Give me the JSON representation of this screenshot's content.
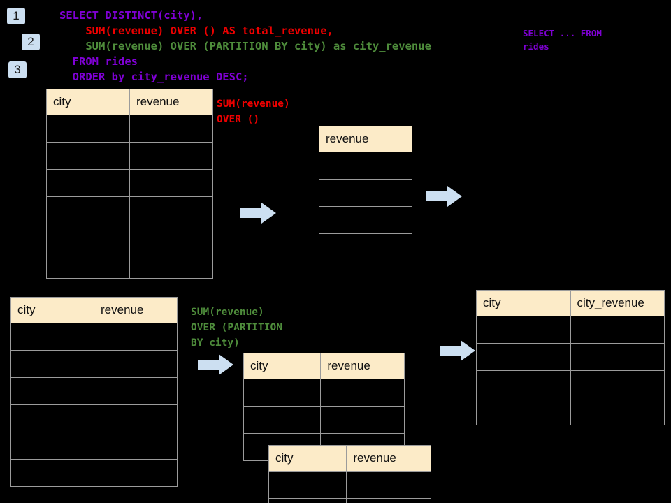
{
  "steps": [
    {
      "label": "1"
    },
    {
      "label": "2"
    },
    {
      "label": "3"
    }
  ],
  "query": {
    "line1": "SELECT DISTINCT(city),",
    "line2": "    SUM(revenue) OVER () AS total_revenue,",
    "line3": "    SUM(revenue) OVER (PARTITION BY city) as city_revenue",
    "line4": "  FROM rides",
    "line5": "  ORDER by city_revenue DESC;"
  },
  "side_note": {
    "line1": "SELECT ... FROM",
    "line2": "rides"
  },
  "annotations": {
    "total_revenue": {
      "line1": "SUM(revenue)",
      "line2": "OVER ()"
    },
    "city_revenue": {
      "line1": "SUM(revenue)",
      "line2": "OVER (PARTITION",
      "line3": "BY city)"
    }
  },
  "tables": {
    "source_top": {
      "headers": [
        "city",
        "revenue"
      ],
      "row_count": 6
    },
    "total_revenue_result": {
      "headers": [
        "revenue"
      ],
      "row_count": 4
    },
    "source_bottom": {
      "headers": [
        "city",
        "revenue"
      ],
      "row_count": 6
    },
    "partition_back": {
      "headers": [
        "city",
        "revenue"
      ],
      "row_count": 3
    },
    "partition_front": {
      "headers": [
        "city",
        "revenue"
      ],
      "row_count": 2
    },
    "final_result": {
      "headers": [
        "city",
        "city_revenue"
      ],
      "row_count": 4
    }
  },
  "colors": {
    "background": "#000000",
    "header_fill": "#FCEBC8",
    "grid_line": "#9b9b9b",
    "badge_fill": "#CCDFF1",
    "arrow_fill": "#CCDFF1",
    "keyword_purple": "#7F00D4",
    "total_red": "#EE0000",
    "partition_green": "#4E8C3B"
  },
  "arrows": [
    {
      "name": "arrow-top-left"
    },
    {
      "name": "arrow-top-right"
    },
    {
      "name": "arrow-bottom-left"
    },
    {
      "name": "arrow-bottom-right"
    }
  ]
}
